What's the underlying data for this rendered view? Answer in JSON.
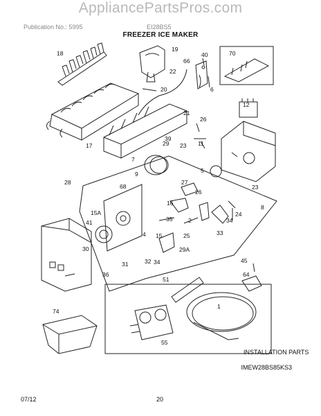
{
  "watermark": "AppliancePartsPros.com",
  "header": {
    "left": "Publication No.: 5995",
    "mid": "EI28BS5"
  },
  "title": "FREEZER ICE MAKER",
  "callouts": [
    "18",
    "19",
    "40",
    "70",
    "66",
    "22",
    "20",
    "6",
    "21",
    "17",
    "12",
    "26",
    "39",
    "11",
    "29",
    "23",
    "7",
    "9",
    "28",
    "68",
    "5",
    "26",
    "27",
    "23",
    "16",
    "8",
    "2",
    "15A",
    "34",
    "24",
    "41",
    "35",
    "30",
    "4",
    "33",
    "25",
    "29A",
    "15",
    "31",
    "32",
    "34",
    "36",
    "45",
    "51",
    "64",
    "1",
    "74",
    "55"
  ],
  "installation_label": "INSTALLATION PARTS",
  "model_number": "IMEW28BS85KS3",
  "footer": {
    "date": "07/12",
    "page": "20"
  }
}
